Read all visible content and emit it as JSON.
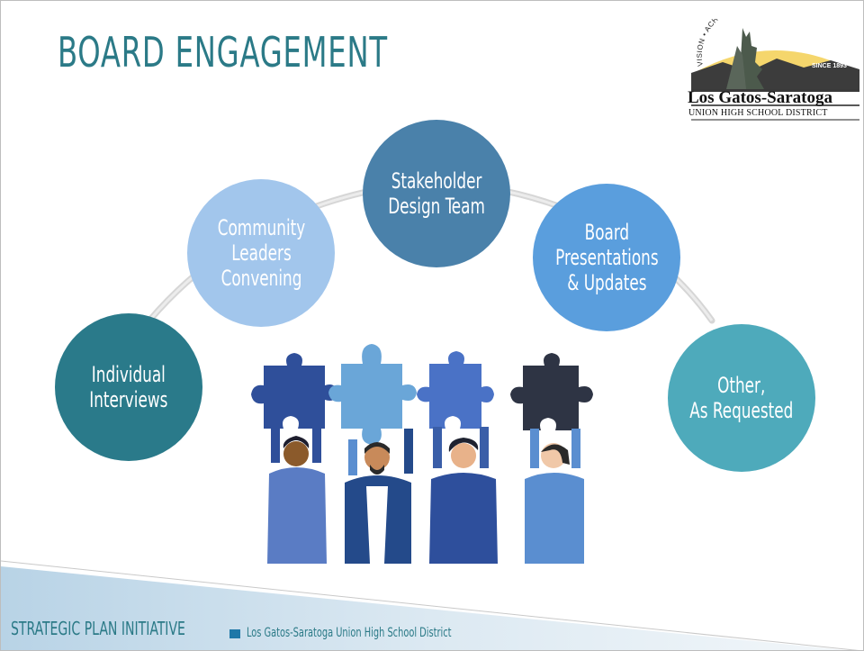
{
  "slide": {
    "title": "BOARD ENGAGEMENT",
    "circles": [
      {
        "label": "Individual\nInterviews",
        "color": "#2a7a8a"
      },
      {
        "label": "Community\nLeaders\nConvening",
        "color": "#a2c6ec"
      },
      {
        "label": "Stakeholder\nDesign Team",
        "color": "#4a81aa"
      },
      {
        "label": "Board\nPresentations\n& Updates",
        "color": "#5a9edd"
      },
      {
        "label": "Other,\nAs Requested",
        "color": "#4eaabb"
      }
    ],
    "logo": {
      "arc_text": "VISION • ACHIEVEMENT • PRIDE",
      "since": "SINCE 1893",
      "name": "Los Gatos-Saratoga",
      "subtitle": "UNION HIGH SCHOOL DISTRICT"
    },
    "footer": {
      "main": "STRATEGIC PLAN INITIATIVE",
      "sub": "Los Gatos-Saratoga Union High School District"
    }
  },
  "colors": {
    "title": "#2b7a87",
    "accent_square": "#1f78a8"
  }
}
